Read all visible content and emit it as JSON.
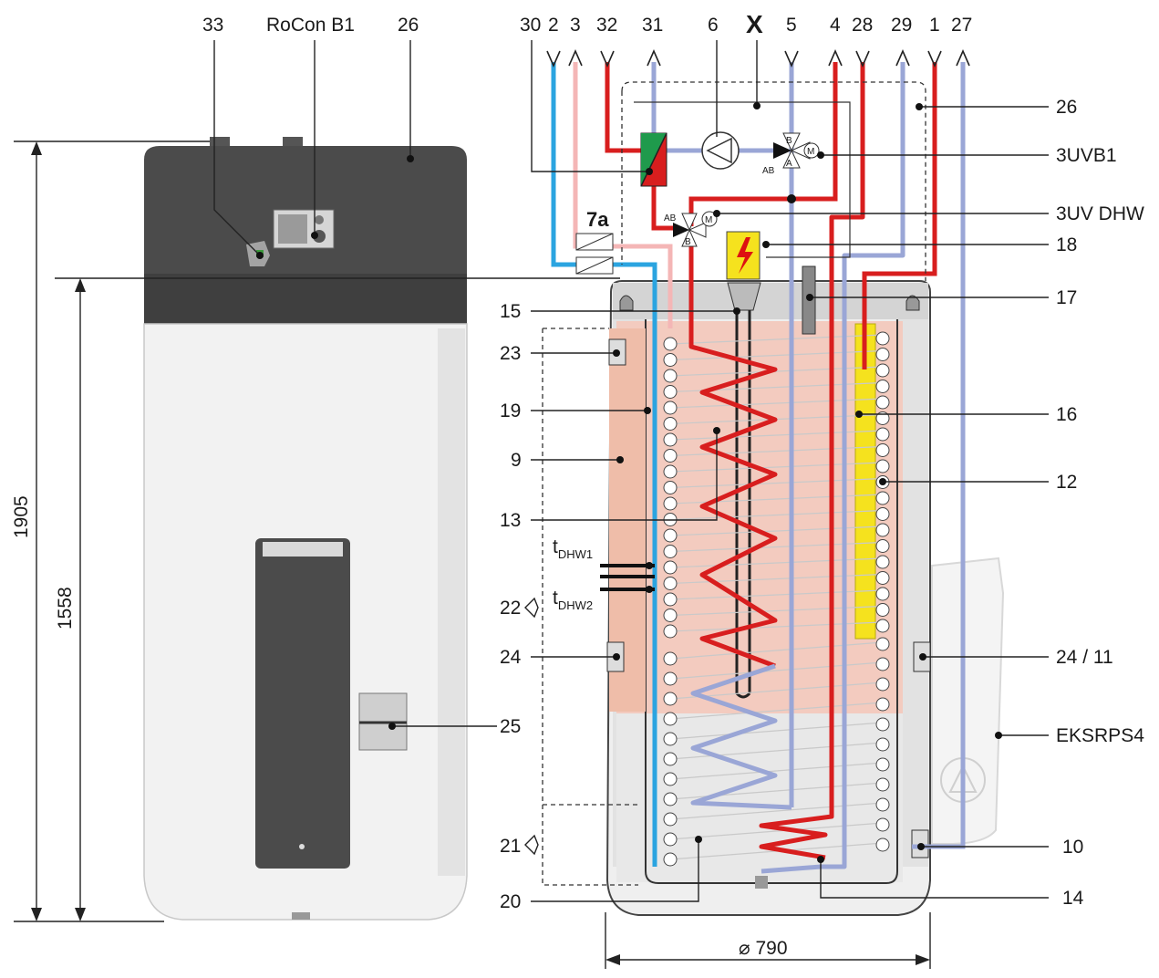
{
  "title": "",
  "colors": {
    "cold_water": "#2ba4e0",
    "flow_hot": "#d81e1e",
    "return_blue": "#9aa6d6",
    "circulation_pink": "#f4b6b6",
    "hot_zone": "#f2c8bc",
    "cold_zone": "#e6e6e6",
    "casing_dark": "#4a4a4a",
    "casing_light": "#f1f1f1",
    "heater": "#f7e324"
  },
  "top_labels": [
    "30",
    "2",
    "3",
    "32",
    "31",
    "6",
    "X",
    "5",
    "4",
    "28",
    "29",
    "1",
    "27"
  ],
  "left_unit_labels": [
    "33",
    "RoCon B1",
    "26"
  ],
  "right_labels": [
    "26",
    "3UVB1",
    "3UV DHW",
    "18",
    "17",
    "16",
    "12",
    "24 / 11",
    "EKSRPS4",
    "10",
    "14"
  ],
  "left_labels": [
    "15",
    "23",
    "19",
    "9",
    "13",
    "22",
    "24",
    "21",
    "20",
    "25"
  ],
  "valve_label": "7a",
  "sensors": {
    "t1_main": "t",
    "t1_sub": "DHW1",
    "t2_main": "t",
    "t2_sub": "DHW2"
  },
  "valve_letters": {
    "a": "A",
    "b": "B",
    "ab": "AB",
    "m": "M"
  },
  "dimensions": {
    "total_height": "1905",
    "body_height": "1558",
    "diameter": "⌀ 790"
  },
  "icons": [
    "arrow-down-icon",
    "arrow-up-icon",
    "pump-icon",
    "three-way-valve-icon",
    "heat-exchanger-icon",
    "lightning-icon",
    "motor-icon",
    "solar-pump-icon"
  ]
}
